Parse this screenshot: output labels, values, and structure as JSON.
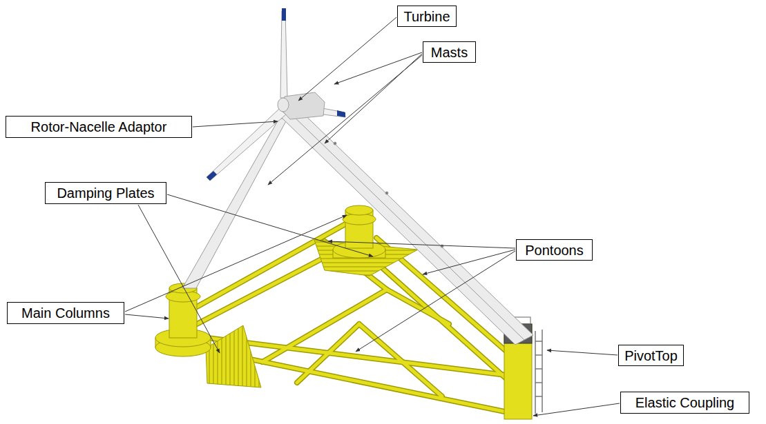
{
  "diagram": {
    "nodes": [
      {
        "text": [
          "Turbine"
        ]
      },
      {
        "text": [
          "Masts"
        ]
      },
      {
        "text": [
          "Rotor-Nacelle Adaptor"
        ]
      },
      {
        "text": [
          "Damping Plates"
        ]
      },
      {
        "text": [
          "Pontoons"
        ]
      },
      {
        "text": [
          "Main Columns"
        ]
      },
      {
        "text": [
          "PivotTop"
        ]
      },
      {
        "text": [
          "Elastic Coupling"
        ]
      }
    ]
  }
}
